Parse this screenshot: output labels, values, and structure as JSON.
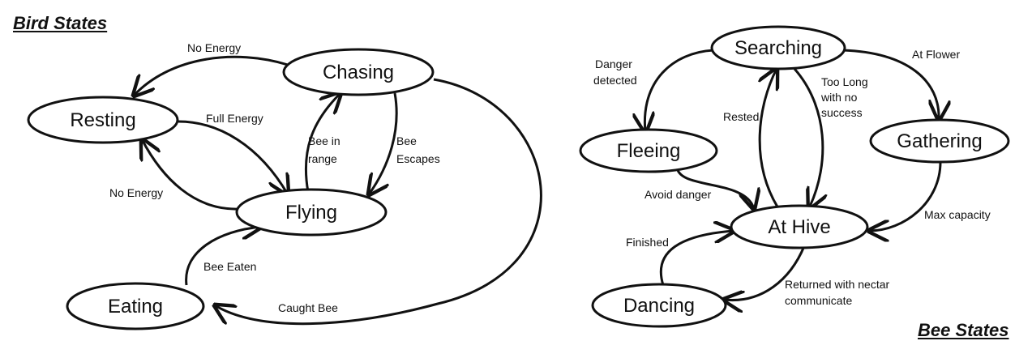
{
  "bird": {
    "title": "Bird States",
    "states": {
      "resting": "Resting",
      "chasing": "Chasing",
      "flying": "Flying",
      "eating": "Eating"
    },
    "edges": {
      "chasing_resting": "No Energy",
      "resting_flying": "Full Energy",
      "flying_resting": "No Energy",
      "flying_chasing": [
        "Bee in",
        "range"
      ],
      "chasing_flying": [
        "Bee",
        "Escapes"
      ],
      "eating_flying": "Bee Eaten",
      "chasing_eating": "Caught Bee"
    }
  },
  "bee": {
    "title": "Bee States",
    "states": {
      "searching": "Searching",
      "fleeing": "Fleeing",
      "gathering": "Gathering",
      "at_hive": "At Hive",
      "dancing": "Dancing"
    },
    "edges": {
      "searching_fleeing": [
        "Danger",
        "detected"
      ],
      "searching_gathering": "At Flower",
      "searching_at_hive": [
        "Too Long",
        "with no",
        "success"
      ],
      "at_hive_searching": "Rested",
      "fleeing_at_hive": "Avoid danger",
      "gathering_at_hive": "Max capacity",
      "dancing_at_hive": "Finished",
      "at_hive_dancing": [
        "Returned with nectar",
        "communicate"
      ]
    }
  }
}
